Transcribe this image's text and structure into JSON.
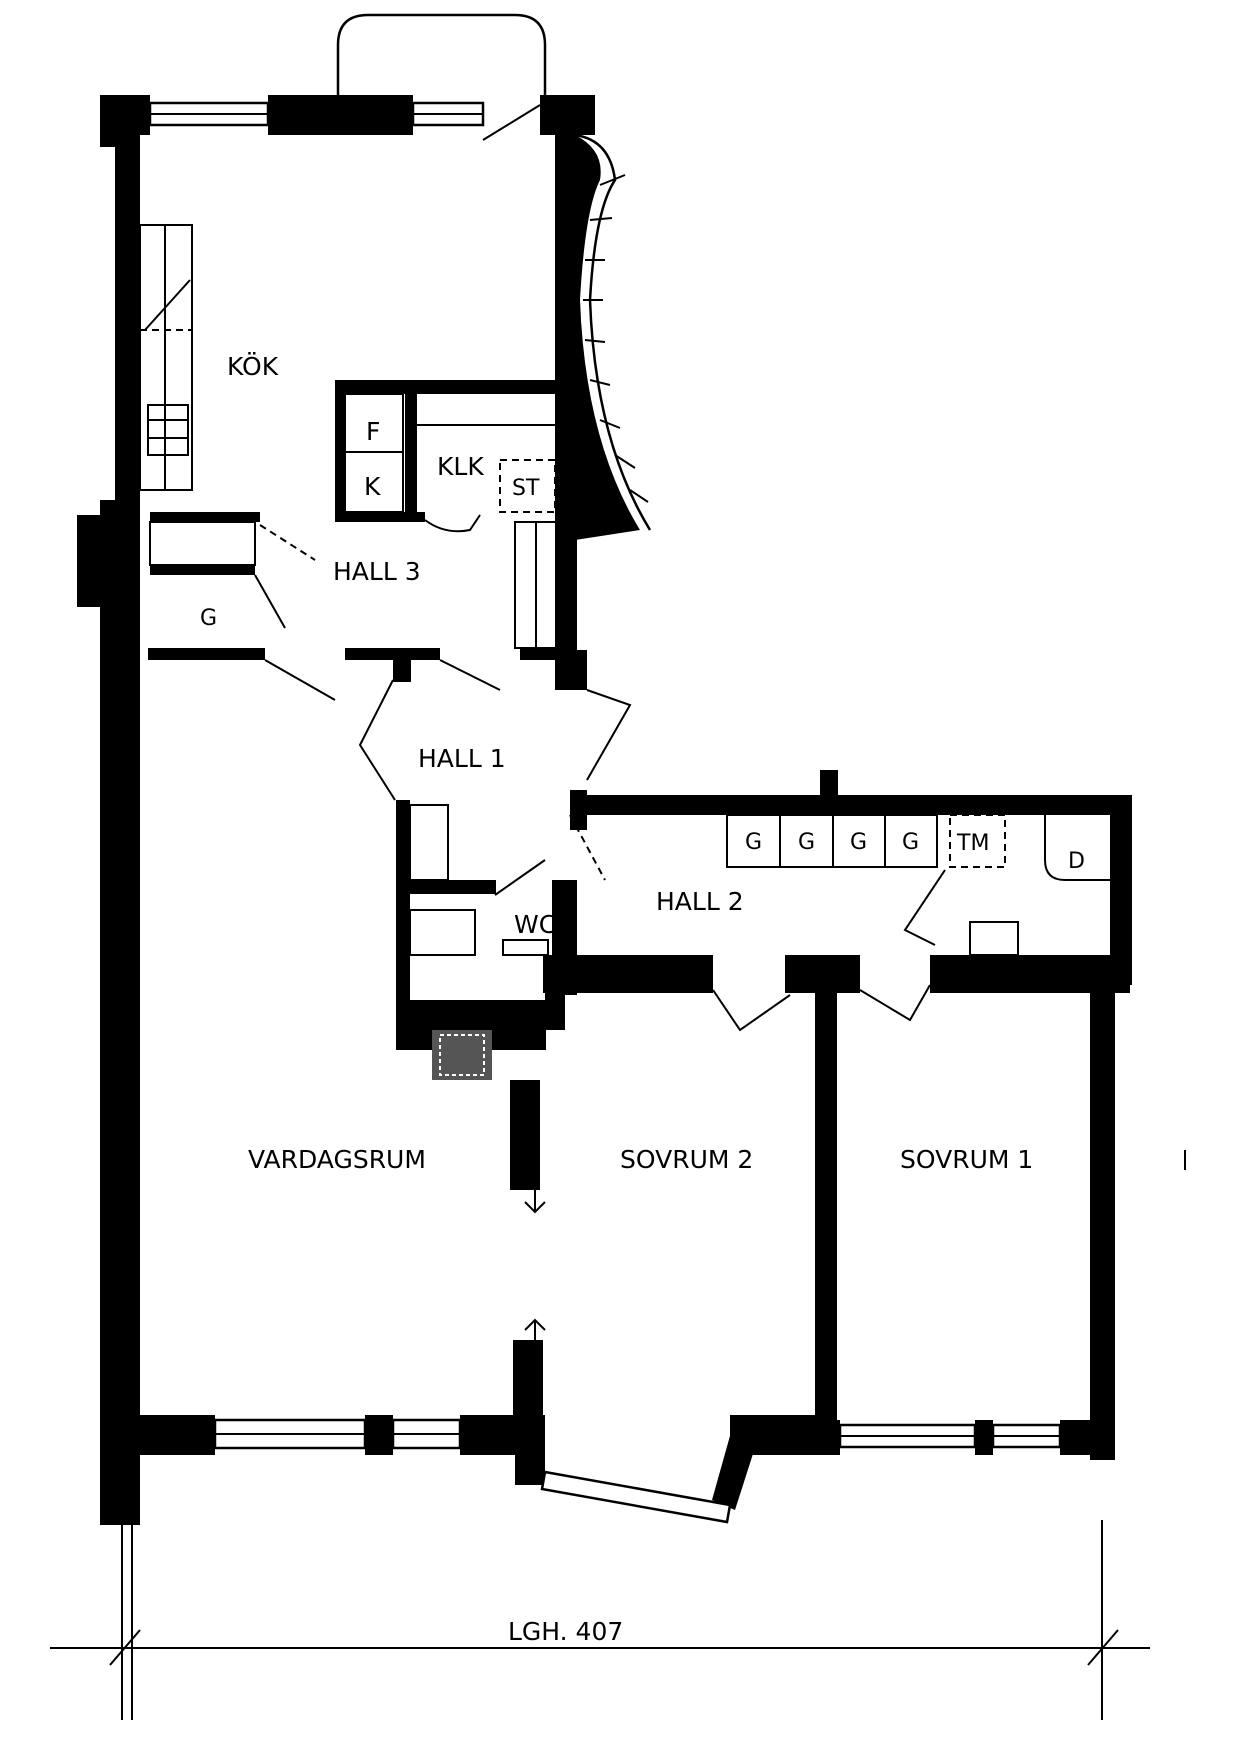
{
  "rooms": {
    "kok": "KÖK",
    "klk": "KLK",
    "st": "ST",
    "f": "F",
    "k": "K",
    "hall3": "HALL 3",
    "g_hall3": "G",
    "hall1": "HALL 1",
    "hall2": "HALL 2",
    "wc": "WC",
    "tm": "TM",
    "d": "D",
    "vardagsrum": "VARDAGSRUM",
    "sovrum2": "SOVRUM 2",
    "sovrum1": "SOVRUM 1"
  },
  "wardrobes_hall2": [
    "G",
    "G",
    "G",
    "G"
  ],
  "dimension_label": "LGH. 407",
  "colors": {
    "wall": "#000000",
    "background": "#ffffff"
  }
}
